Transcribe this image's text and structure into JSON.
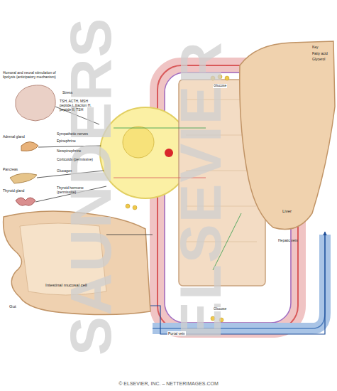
{
  "diagram": {
    "caption": "© ELSEVIER, INC. – NETTERIMAGES.COM",
    "nodes": [
      {
        "text": [
          "Gut"
        ]
      },
      {
        "text": [
          "Intestinal mucosal cell"
        ],
        "in": 0
      },
      {
        "text": [
          "Liver"
        ]
      }
    ],
    "edges": [
      {
        "from": 0,
        "to": 2,
        "arrow": "to",
        "label": "Portal vein"
      }
    ],
    "labels": [
      "SAUNDERS",
      "ELSEVIER",
      "Humoral and neural stimulation of lipolysis (anticipatory mechanism)",
      "Stress",
      "TSH, ACTH, MSH peptide I, fraction H, peptide II, TSH",
      "Adrenal gland",
      "Pancreas",
      "Thyroid gland",
      "Sympathetic nerves",
      "Epinephrine",
      "Norepinephrine",
      "Corticoids (permissive)",
      "Glucagon",
      "Thyroid hormone (permissive)",
      "Glucose",
      "Glucose",
      "Hepatic vein",
      "Key",
      "Fatty acid",
      "Glycerol"
    ]
  }
}
